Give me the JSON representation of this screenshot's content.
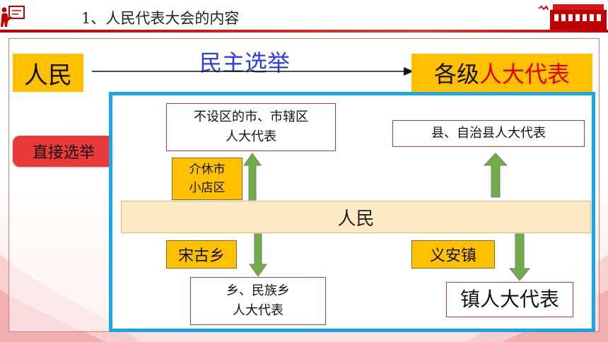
{
  "header": {
    "title": "1、人民代表大会的内容"
  },
  "top_row": {
    "people": "人民",
    "election_method": "民主选举",
    "all_levels_prefix": "各级",
    "all_levels_highlight": "人大代表"
  },
  "side_label": "直接选举",
  "diagram": {
    "upper_left_box": [
      "不设区的市、市辖区",
      "人大代表"
    ],
    "upper_right_box": "县、自治县人大代表",
    "example_city": [
      "介休市",
      "小店区"
    ],
    "people_bar": "人民",
    "example_township": "宋古乡",
    "example_town": "义安镇",
    "lower_left_box": [
      "乡、民族乡",
      "人大代表"
    ],
    "lower_right_box": "镇人大代表"
  },
  "colors": {
    "header_red": "#c00000",
    "highlight_red": "#e00000",
    "gold": "#ffc000",
    "election_blue": "#2c3ce6",
    "frame_blue": "#1aa7e8",
    "arrow_green": "#70ad47"
  },
  "icons": [
    "presentation-icon",
    "building-icon",
    "arrow-right-icon",
    "arrow-up-icon",
    "arrow-down-icon"
  ]
}
